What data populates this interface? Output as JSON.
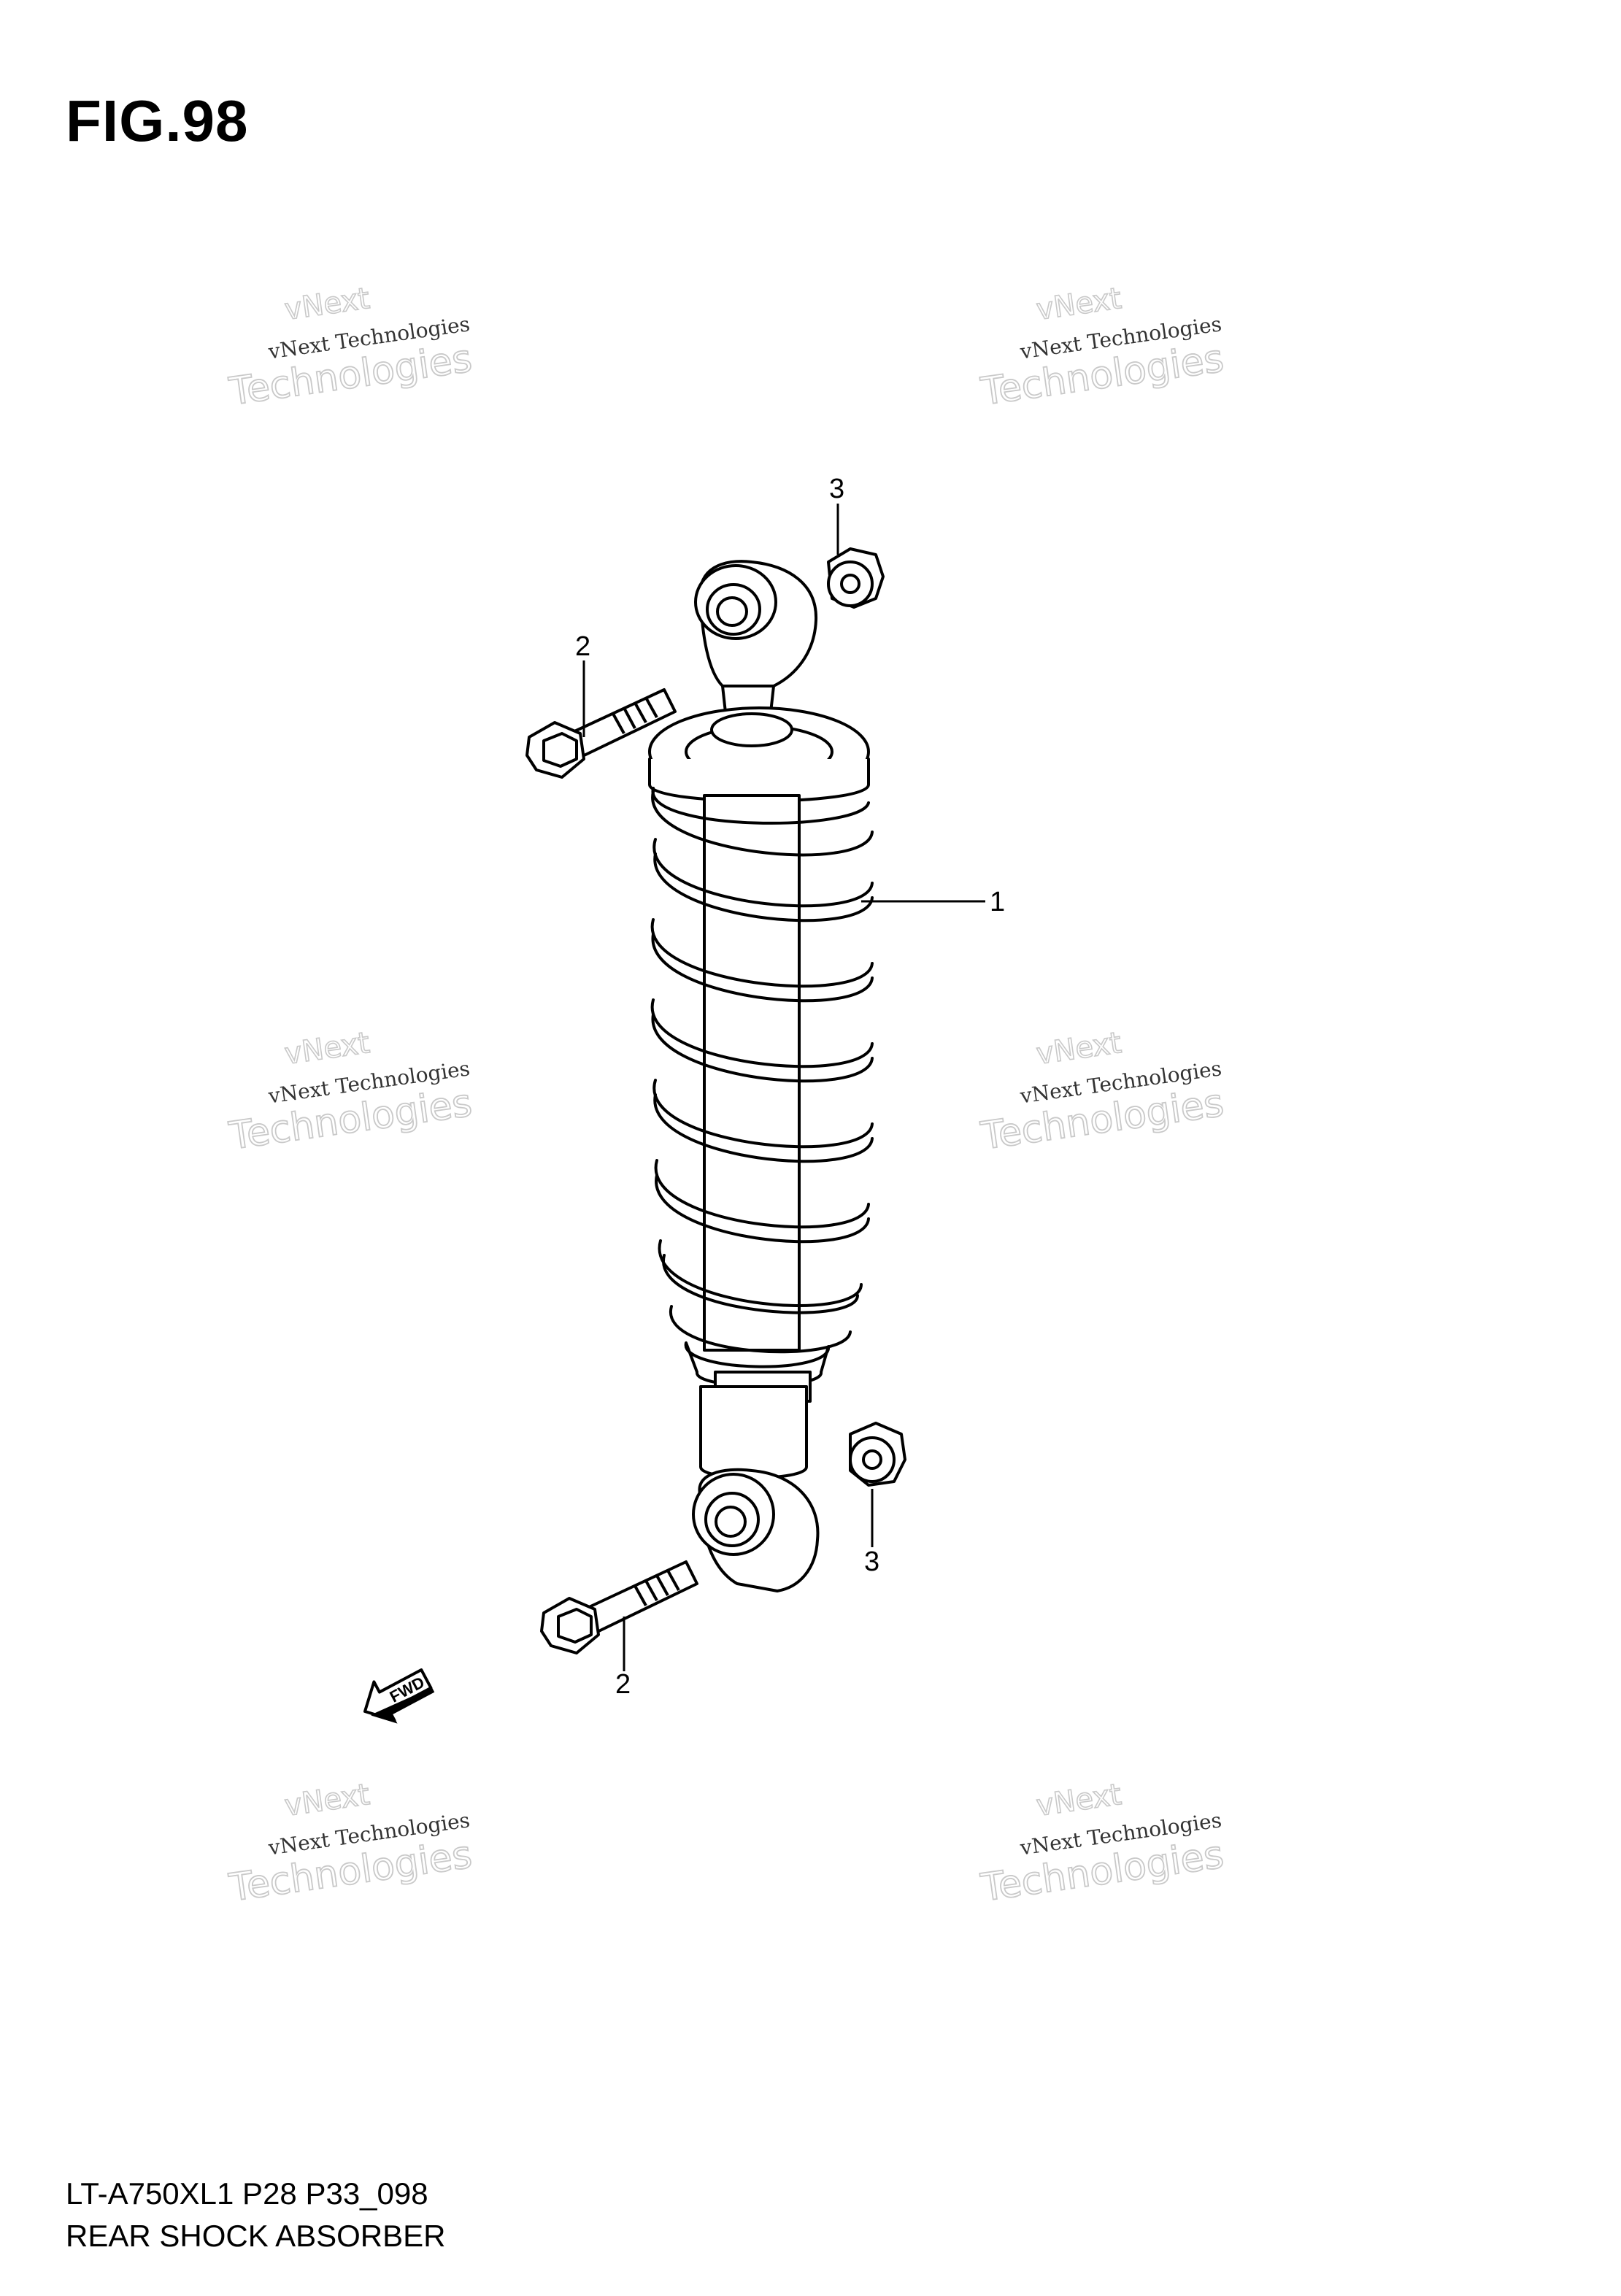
{
  "figure": {
    "title": "FIG.98",
    "model_code": "LT-A750XL1 P28 P33_098",
    "part_name": "REAR SHOCK ABSORBER"
  },
  "callouts": [
    {
      "id": "shock",
      "label": "1"
    },
    {
      "id": "bolt-top",
      "label": "2"
    },
    {
      "id": "bolt-bottom",
      "label": "2"
    },
    {
      "id": "nut-top",
      "label": "3"
    },
    {
      "id": "nut-bottom",
      "label": "3"
    }
  ],
  "watermark": {
    "line1": "vNext",
    "line2": "vNext Technologies",
    "line3": "Technologies"
  },
  "fwd_label": "FWD"
}
